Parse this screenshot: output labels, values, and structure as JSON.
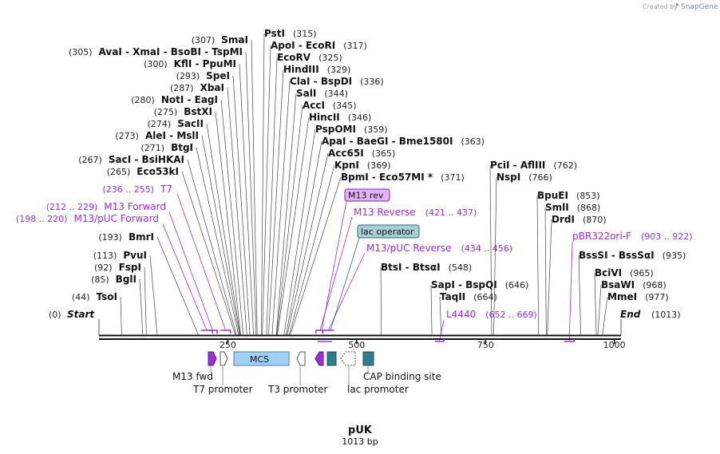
{
  "header": {
    "watermark": "Created by",
    "brand": "SnapGene"
  },
  "plasmid": {
    "name": "pUK",
    "length_label": "1013 bp",
    "length": 1013
  },
  "colors": {
    "purple": "#9b30d9",
    "teal": "#2e7d8c",
    "light_blue": "#9fd0f5",
    "black": "#111111"
  },
  "endpoints": [
    {
      "pos_label": "(0)",
      "name": "Start",
      "pos": 0
    },
    {
      "pos_label": "(1013)",
      "name": "End",
      "pos": 1013
    }
  ],
  "ticks": [
    {
      "label": "250",
      "pos": 250
    },
    {
      "label": "500",
      "pos": 500
    },
    {
      "label": "750",
      "pos": 750
    },
    {
      "label": "1000",
      "pos": 1000
    }
  ],
  "sites_left": [
    {
      "pos_label": "(307)",
      "name": "SmaI",
      "pos": 307
    },
    {
      "pos_label": "(305)",
      "name": "AvaI  - XmaI  - BsoBI  - TspMI",
      "pos": 305
    },
    {
      "pos_label": "(300)",
      "name": "KflI  - PpuMI",
      "pos": 300
    },
    {
      "pos_label": "(293)",
      "name": "SpeI",
      "pos": 293
    },
    {
      "pos_label": "(287)",
      "name": "XbaI",
      "pos": 287
    },
    {
      "pos_label": "(280)",
      "name": "NotI  - EagI",
      "pos": 280
    },
    {
      "pos_label": "(275)",
      "name": "BstXI",
      "pos": 275
    },
    {
      "pos_label": "(274)",
      "name": "SacII",
      "pos": 274
    },
    {
      "pos_label": "(273)",
      "name": "AleI  - MslI",
      "pos": 273
    },
    {
      "pos_label": "(271)",
      "name": "BtgI",
      "pos": 271
    },
    {
      "pos_label": "(267)",
      "name": "SacI  - BsiHKAI",
      "pos": 267
    },
    {
      "pos_label": "(265)",
      "name": "Eco53kI",
      "pos": 265
    },
    {
      "pos_label": "(193)",
      "name": "BmrI",
      "pos": 193
    },
    {
      "pos_label": "(113)",
      "name": "PvuI",
      "pos": 113
    },
    {
      "pos_label": "(92)",
      "name": "FspI",
      "pos": 92
    },
    {
      "pos_label": "(85)",
      "name": "BglI",
      "pos": 85
    },
    {
      "pos_label": "(44)",
      "name": "TsoI",
      "pos": 44
    }
  ],
  "sites_right": [
    {
      "pos_label": "(315)",
      "name": "PstI",
      "pos": 315
    },
    {
      "pos_label": "(317)",
      "name": "ApoI  - EcoRI",
      "pos": 317
    },
    {
      "pos_label": "(325)",
      "name": "EcoRV",
      "pos": 325
    },
    {
      "pos_label": "(329)",
      "name": "HindIII",
      "pos": 329
    },
    {
      "pos_label": "(336)",
      "name": "ClaI  - BspDI",
      "pos": 336
    },
    {
      "pos_label": "(344)",
      "name": "SalI",
      "pos": 344
    },
    {
      "pos_label": "(345)",
      "name": "AccI",
      "pos": 345
    },
    {
      "pos_label": "(346)",
      "name": "HincII",
      "pos": 346
    },
    {
      "pos_label": "(359)",
      "name": "PspOMI",
      "pos": 359
    },
    {
      "pos_label": "(363)",
      "name": "ApaI  - BaeGI  - Bme1580I",
      "pos": 363
    },
    {
      "pos_label": "(365)",
      "name": "Acc65I",
      "pos": 365
    },
    {
      "pos_label": "(369)",
      "name": "KpnI",
      "pos": 369
    },
    {
      "pos_label": "(371)",
      "name": "BpmI  - Eco57MI *",
      "pos": 371
    },
    {
      "pos_label": "(548)",
      "name": "BtsI  - BtsαI",
      "pos": 548
    },
    {
      "pos_label": "(646)",
      "name": "SapI  - BspQI",
      "pos": 646
    },
    {
      "pos_label": "(664)",
      "name": "TaqII",
      "pos": 664
    },
    {
      "pos_label": "(762)",
      "name": "PciI  - AflIII",
      "pos": 762
    },
    {
      "pos_label": "(766)",
      "name": "NspI",
      "pos": 766
    },
    {
      "pos_label": "(853)",
      "name": "BpuEI",
      "pos": 853
    },
    {
      "pos_label": "(868)",
      "name": "SmlI",
      "pos": 868
    },
    {
      "pos_label": "(870)",
      "name": "DrdI",
      "pos": 870
    },
    {
      "pos_label": "(935)",
      "name": "BssSI  - BssSαI",
      "pos": 935
    },
    {
      "pos_label": "(965)",
      "name": "BciVI",
      "pos": 965
    },
    {
      "pos_label": "(968)",
      "name": "BsaWI",
      "pos": 968
    },
    {
      "pos_label": "(977)",
      "name": "MmeI",
      "pos": 977
    }
  ],
  "primers_left": [
    {
      "range": "(236 .. 255)",
      "name": "T7",
      "start": 236,
      "end": 255
    },
    {
      "range": "(212 .. 229)",
      "name": "M13 Forward",
      "start": 212,
      "end": 229
    },
    {
      "range": "(198 .. 220)",
      "name": "M13/pUC Forward",
      "start": 198,
      "end": 220
    }
  ],
  "primers_right": [
    {
      "range": "(421 .. 437)",
      "name": "M13 Reverse",
      "start": 421,
      "end": 437
    },
    {
      "range": "(434 .. 456)",
      "name": "M13/pUC Reverse",
      "start": 434,
      "end": 456
    },
    {
      "range": "(652 .. 669)",
      "name": "L4440",
      "start": 652,
      "end": 669
    },
    {
      "range": "(903 .. 922)",
      "name": "pBR322ori-F",
      "start": 903,
      "end": 922
    }
  ],
  "boxed_labels": [
    {
      "name": "M13 rev"
    },
    {
      "name": "lac operator"
    }
  ],
  "features": [
    {
      "name": "M13 fwd"
    },
    {
      "name": "T7 promoter"
    },
    {
      "name": "MCS"
    },
    {
      "name": "T3 promoter"
    },
    {
      "name": "lac promoter"
    },
    {
      "name": "CAP binding site"
    }
  ]
}
